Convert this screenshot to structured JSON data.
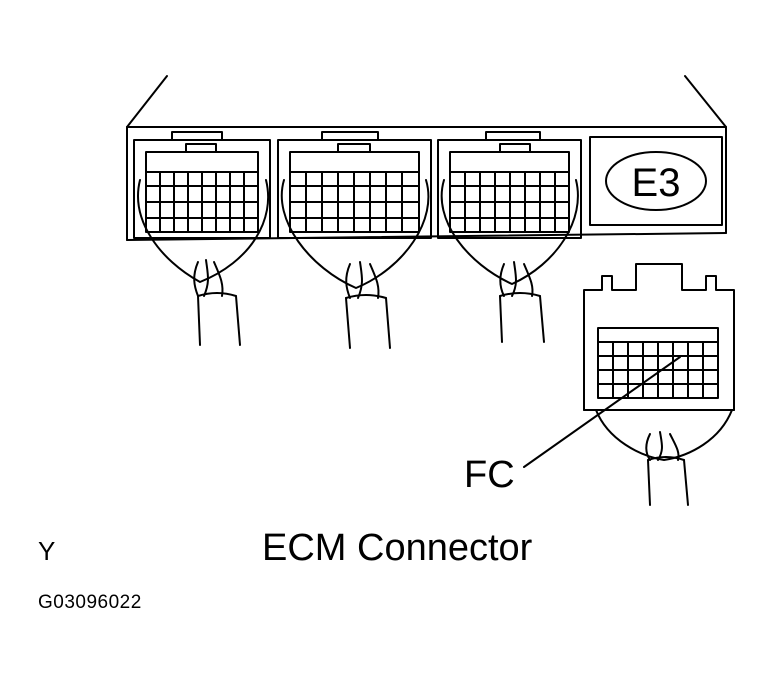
{
  "diagram": {
    "ecm_label": "E3",
    "connector_callout": "FC",
    "caption": "ECM Connector",
    "code_label": "Y",
    "figure_id": "G03096022"
  },
  "colors": {
    "line": "#000000",
    "background": "#ffffff"
  }
}
